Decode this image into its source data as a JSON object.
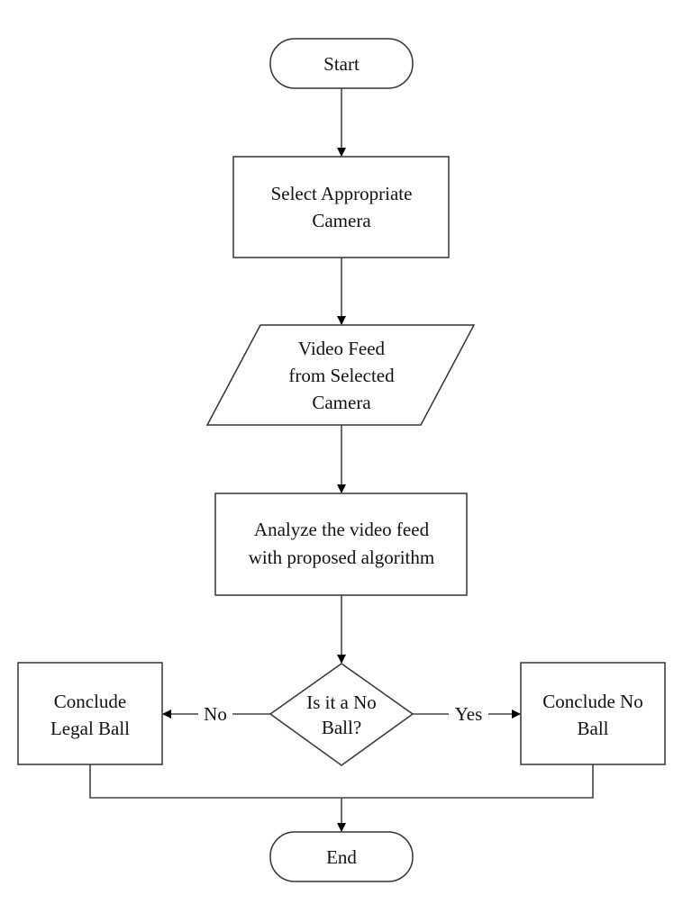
{
  "diagram": {
    "type": "flowchart",
    "nodes": {
      "start": {
        "shape": "terminator",
        "lines": [
          "Start"
        ]
      },
      "select_camera": {
        "shape": "process",
        "lines": [
          "Select Appropriate",
          "Camera"
        ]
      },
      "video_feed": {
        "shape": "data",
        "lines": [
          "Video Feed",
          "from Selected",
          "Camera"
        ]
      },
      "analyze": {
        "shape": "process",
        "lines": [
          "Analyze the video feed",
          "with proposed algorithm"
        ]
      },
      "decision": {
        "shape": "decision",
        "lines": [
          "Is it a No",
          "Ball?"
        ]
      },
      "legal_ball": {
        "shape": "process",
        "lines": [
          "Conclude",
          "Legal Ball"
        ]
      },
      "no_ball": {
        "shape": "process",
        "lines": [
          "Conclude No",
          "Ball"
        ]
      },
      "end": {
        "shape": "terminator",
        "lines": [
          "End"
        ]
      }
    },
    "edges": {
      "no": {
        "from": "decision",
        "to": "legal_ball",
        "label": "No"
      },
      "yes": {
        "from": "decision",
        "to": "no_ball",
        "label": "Yes"
      }
    },
    "flow": [
      [
        "start",
        "select_camera"
      ],
      [
        "select_camera",
        "video_feed"
      ],
      [
        "video_feed",
        "analyze"
      ],
      [
        "analyze",
        "decision"
      ],
      [
        "decision",
        "legal_ball"
      ],
      [
        "decision",
        "no_ball"
      ],
      [
        "legal_ball",
        "end"
      ],
      [
        "no_ball",
        "end"
      ]
    ]
  }
}
